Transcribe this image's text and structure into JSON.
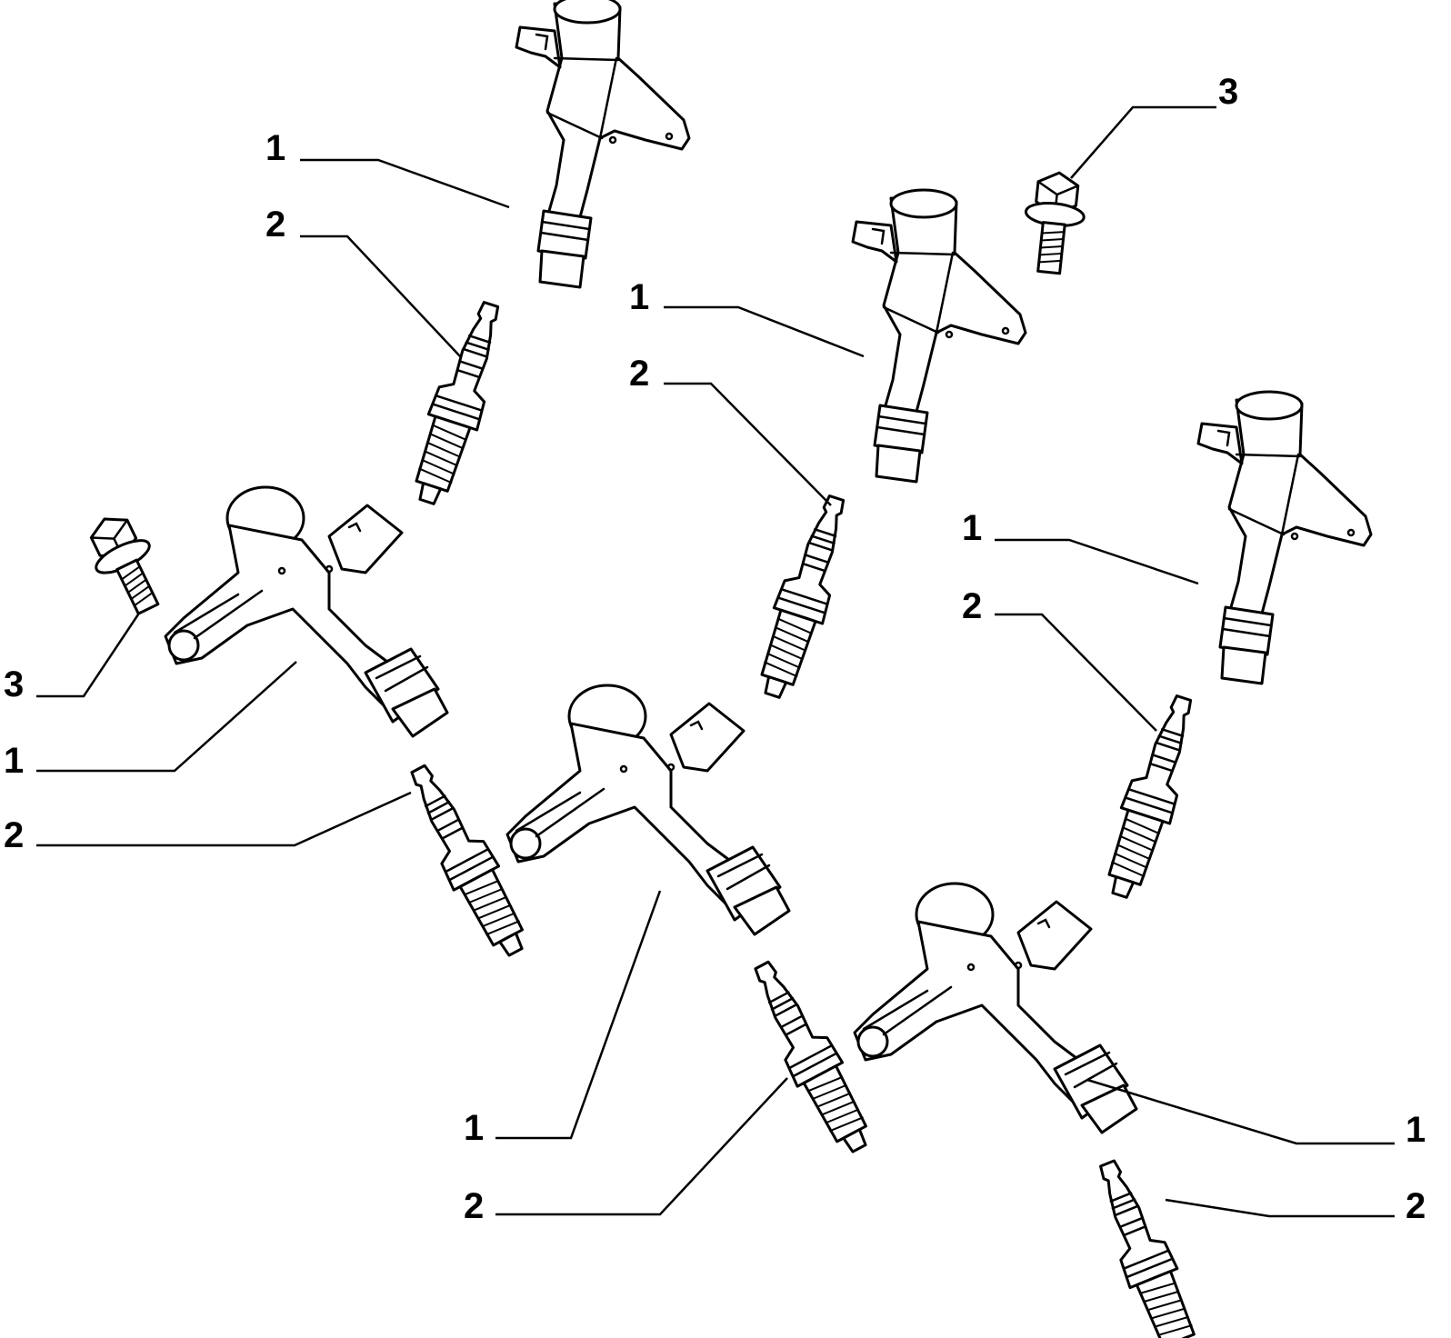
{
  "callouts": {
    "c01": "1",
    "c02": "2",
    "c03": "3",
    "c04": "1",
    "c05": "2",
    "c06": "1",
    "c07": "2",
    "c08": "3",
    "c09": "1",
    "c10": "2",
    "c11": "1",
    "c12": "2",
    "c13": "1",
    "c14": "2"
  },
  "parts": [
    {
      "number": "1",
      "kind": "ignition-coil"
    },
    {
      "number": "2",
      "kind": "spark-plug"
    },
    {
      "number": "3",
      "kind": "screw"
    }
  ]
}
